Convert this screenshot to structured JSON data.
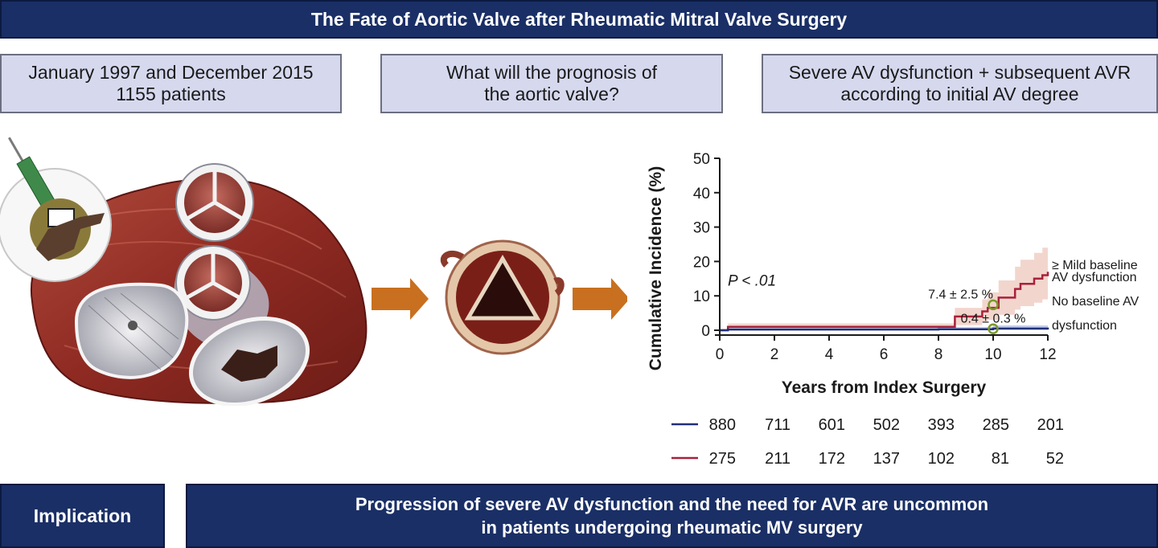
{
  "title": "The Fate of Aortic Valve after Rheumatic Mitral Valve Surgery",
  "boxes": [
    {
      "text": "January 1997 and December 2015\n1155 patients"
    },
    {
      "text": "What will the prognosis of\nthe aortic valve?"
    },
    {
      "text": "Severe AV dysfunction + subsequent AVR\naccording to initial AV degree"
    }
  ],
  "implication": {
    "label": "Implication",
    "text": "Progression of severe AV dysfunction and the need for AVR are uncommon\nin patients undergoing rheumatic MV surgery"
  },
  "colors": {
    "banner": "#1a2f66",
    "box": "#d6d9ee",
    "arrow": "#c8701f",
    "series_mild": "#a8213a",
    "series_none": "#1f2f7a",
    "band_mild": "#f0cfc4",
    "band_none": "#b9c3e6",
    "marker": "#7a9a2a"
  },
  "chart_data": {
    "type": "line",
    "xlabel": "Years from Index Surgery",
    "ylabel": "Cumulative Incidence (%)",
    "xlim": [
      0,
      12
    ],
    "ylim": [
      0,
      50
    ],
    "xticks": [
      0,
      2,
      4,
      6,
      8,
      10,
      12
    ],
    "yticks": [
      0,
      10,
      20,
      30,
      40,
      50
    ],
    "p_value": "P < .01",
    "series": [
      {
        "name": "≥ Mild baseline AV dysfunction",
        "label_lines": [
          "≥ Mild baseline",
          "AV dysfunction"
        ],
        "color": "#a8213a",
        "x": [
          0,
          0.3,
          5.6,
          8.6,
          9.6,
          9.8,
          10.2,
          10.8,
          11.0,
          11.5,
          11.8,
          12.0
        ],
        "y": [
          0,
          1.0,
          1.0,
          4.0,
          5.5,
          6.5,
          9.5,
          12.0,
          13.5,
          15.0,
          16.0,
          17.0
        ],
        "ci_lower": [
          0,
          0.3,
          0.3,
          1.5,
          2.5,
          3.0,
          4.5,
          6.0,
          7.0,
          8.0,
          9.0,
          9.5
        ],
        "ci_upper": [
          0,
          2.0,
          2.0,
          6.5,
          9.0,
          11.0,
          14.5,
          18.5,
          20.5,
          22.5,
          24.0,
          25.0
        ],
        "annotation": {
          "text": "7.4 ± 2.5 %",
          "x": 10,
          "y": 7.4
        },
        "numbers_at_risk": [
          275,
          211,
          172,
          137,
          102,
          81,
          52
        ]
      },
      {
        "name": "No baseline AV dysfunction",
        "label_lines": [
          "No baseline AV",
          "dysfunction"
        ],
        "color": "#1f2f7a",
        "x": [
          0,
          0.3,
          8.0,
          10.0,
          12.0
        ],
        "y": [
          0,
          0.2,
          0.3,
          0.5,
          0.8
        ],
        "ci_lower": [
          0,
          0.0,
          0.0,
          0.1,
          0.2
        ],
        "ci_upper": [
          0,
          0.6,
          0.9,
          1.4,
          1.8
        ],
        "annotation": {
          "text": "0.4 ± 0.3 %",
          "x": 10,
          "y": 0.4
        },
        "numbers_at_risk": [
          880,
          711,
          601,
          502,
          393,
          285,
          201
        ]
      }
    ]
  }
}
